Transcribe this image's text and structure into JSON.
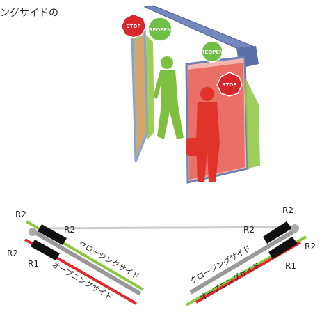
{
  "caption": "ングサイドの",
  "signs": {
    "stop_top": "STOP",
    "reopen_top": "REOPEN",
    "reopen_mid": "REOPEN",
    "stop_mid": "STOP"
  },
  "labels": {
    "left_r2_outer": "R2",
    "left_r2_inner": "R2",
    "left_r2_low": "R2",
    "left_r1": "R1",
    "right_r2_outer": "R2",
    "right_r2_inner": "R2",
    "right_r2_low": "R2",
    "right_r1": "R1",
    "left_closing": "クロージングサイド",
    "left_opening": "オープニングサイド",
    "right_closing": "クロージングサイド",
    "right_opening": "オープニングサイド"
  },
  "colors": {
    "green": "#8dc63f",
    "red": "#e0292d",
    "gray": "#999999",
    "sign_red": "#d7262c",
    "door_frame": "#6a7fb3",
    "person_green": "#7fbf3f",
    "person_red": "#e0332a"
  }
}
